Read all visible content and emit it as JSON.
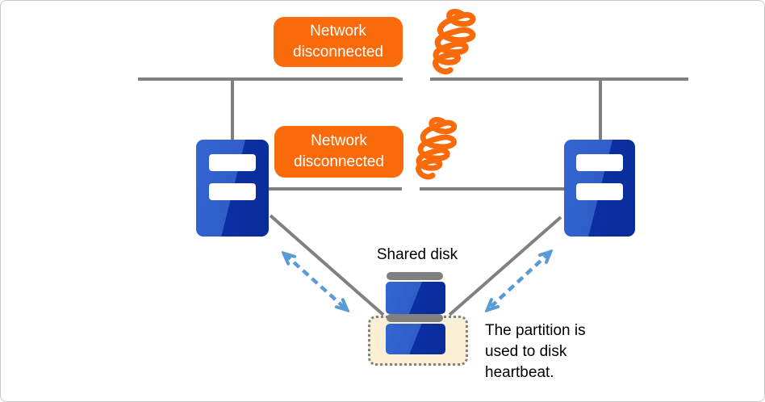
{
  "diagram": {
    "badges": [
      {
        "label": "Network\ndisconnected"
      },
      {
        "label": "Network\ndisconnected"
      }
    ],
    "shared_disk_label": "Shared disk",
    "partition_note": "The partition is\nused to disk\nheartbeat.",
    "icons": {
      "coil_1": "disconnect-coil-icon",
      "coil_2": "disconnect-coil-icon",
      "server_left": "server-icon",
      "server_right": "server-icon",
      "disk": "shared-disk-icon",
      "arrows": "double-headed-dashed-arrow-icon"
    },
    "colors": {
      "badge_orange": "#f96a0b",
      "badge_text": "#ffffff",
      "line_gray": "#808080",
      "server_blue_light": "#2f5ec7",
      "server_blue_dark": "#0b2fa3",
      "arrow_blue": "#5b9bd5",
      "partition_fill": "#fbf0d5",
      "text_black": "#000000"
    }
  }
}
